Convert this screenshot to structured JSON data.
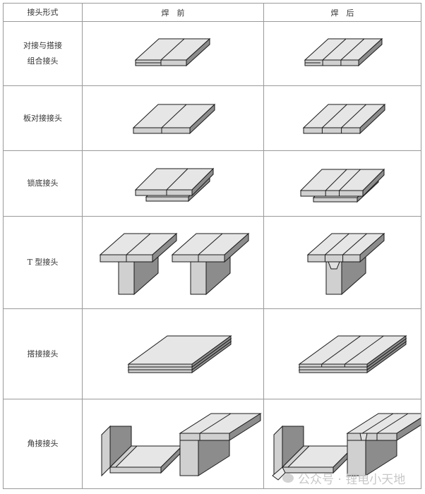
{
  "header": {
    "col0": "接头形式",
    "col1": "焊　前",
    "col2": "焊　后"
  },
  "rows": [
    {
      "label_lines": [
        "对接与搭接",
        "组合接头"
      ],
      "type": "butt-lap"
    },
    {
      "label_lines": [
        "板对接接头"
      ],
      "type": "butt"
    },
    {
      "label_lines": [
        "锁底接头"
      ],
      "type": "lock"
    },
    {
      "label_lines": [
        "T 型接头"
      ],
      "type": "tee"
    },
    {
      "label_lines": [
        "搭接接头"
      ],
      "type": "lap"
    },
    {
      "label_lines": [
        "角接接头"
      ],
      "type": "corner"
    }
  ],
  "watermark": "公众号 · 锂电小天地",
  "colors": {
    "top": "#e6e6e6",
    "front": "#d0d0d0",
    "side": "#8c8c8c",
    "stroke": "#1a1a1a"
  }
}
